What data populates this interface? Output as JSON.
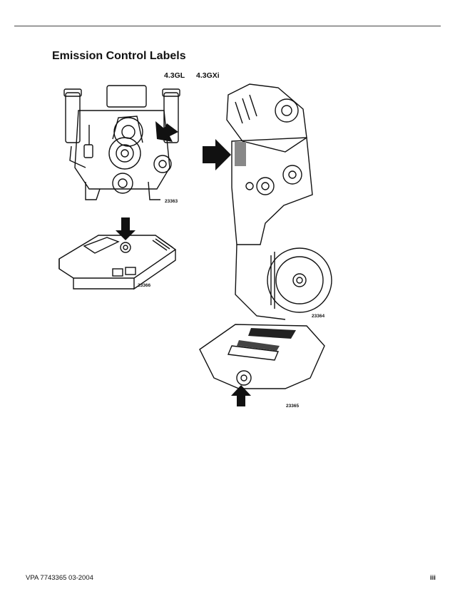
{
  "page": {
    "title": "Emission Control Labels",
    "engine_labels": [
      "4.3GL",
      "4.3GXi"
    ],
    "figures": [
      {
        "number": "23363"
      },
      {
        "number": "23366"
      },
      {
        "number": "23364"
      },
      {
        "number": "23365"
      }
    ],
    "footer": {
      "left": "VPA 7743365 03-2004",
      "right": "iii"
    }
  }
}
